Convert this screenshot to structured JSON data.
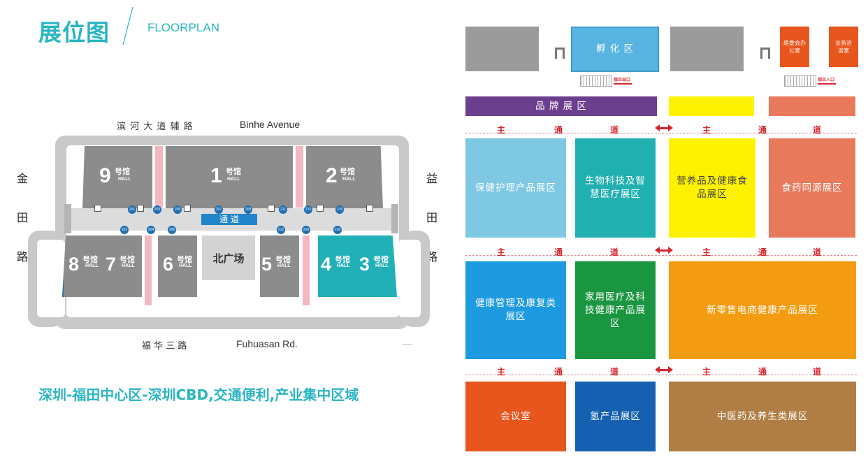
{
  "header": {
    "title": "展位图",
    "subtitle": "FLOORPLAN"
  },
  "venue": {
    "north_road": "滨 河 大 道 辅 路",
    "north_road_en": "Binhe Avenue",
    "south_road": "福 华 三 路",
    "south_road_en": "Fuhuasan Rd.",
    "west_road": "金田路",
    "east_road": "益田路",
    "corridor": "通 道",
    "plaza": "北广场",
    "hall_suffix": "号馆",
    "hall_en": "HALL",
    "top_halls": [
      {
        "num": "9"
      },
      {
        "num": "1"
      },
      {
        "num": "2"
      }
    ],
    "bottom_halls": [
      {
        "num": "8"
      },
      {
        "num": "7"
      },
      {
        "num": "6"
      },
      {
        "num": "5"
      },
      {
        "num": "4"
      },
      {
        "num": "3"
      }
    ],
    "gates_top": [
      "201",
      "203",
      "205",
      "207",
      "209",
      "211",
      "213",
      "215"
    ],
    "gates_bottom": [
      "202",
      "204",
      "206",
      "212",
      "214",
      "216"
    ]
  },
  "tagline": "深圳-福田中心区-深圳CBD,交通便利,产业集中区域",
  "plan": {
    "incubation": "孵 化 区",
    "org_office": "组委会办公室",
    "business": "业务洽谈室",
    "exit_label": "观众出口",
    "entrance_label": "观众入口",
    "brand_zone": "品 牌 展 区",
    "main_road": [
      "主",
      "通",
      "道"
    ],
    "zones_row1": [
      {
        "label": "保健护理产品展区",
        "color": "#7ec8e3"
      },
      {
        "label": "生物科技及智慧医疗展区",
        "color": "#21b0b0"
      },
      {
        "label": "营养品及健康食品展区",
        "color": "#fff200"
      },
      {
        "label": "食药同源展区",
        "color": "#e8795a"
      }
    ],
    "zones_row2": [
      {
        "label": "健康管理及康复类展区",
        "color": "#1e9be0"
      },
      {
        "label": "家用医疗及科技健康产品展区",
        "color": "#1a9640"
      },
      {
        "label": "新零售电商健康产品展区",
        "color": "#f39c12"
      }
    ],
    "zones_row3": [
      {
        "label": "会议室",
        "color": "#e8561e"
      },
      {
        "label": "氢产品展区",
        "color": "#1560b0"
      },
      {
        "label": "中医药及养生类展区",
        "color": "#b07e45"
      }
    ]
  }
}
